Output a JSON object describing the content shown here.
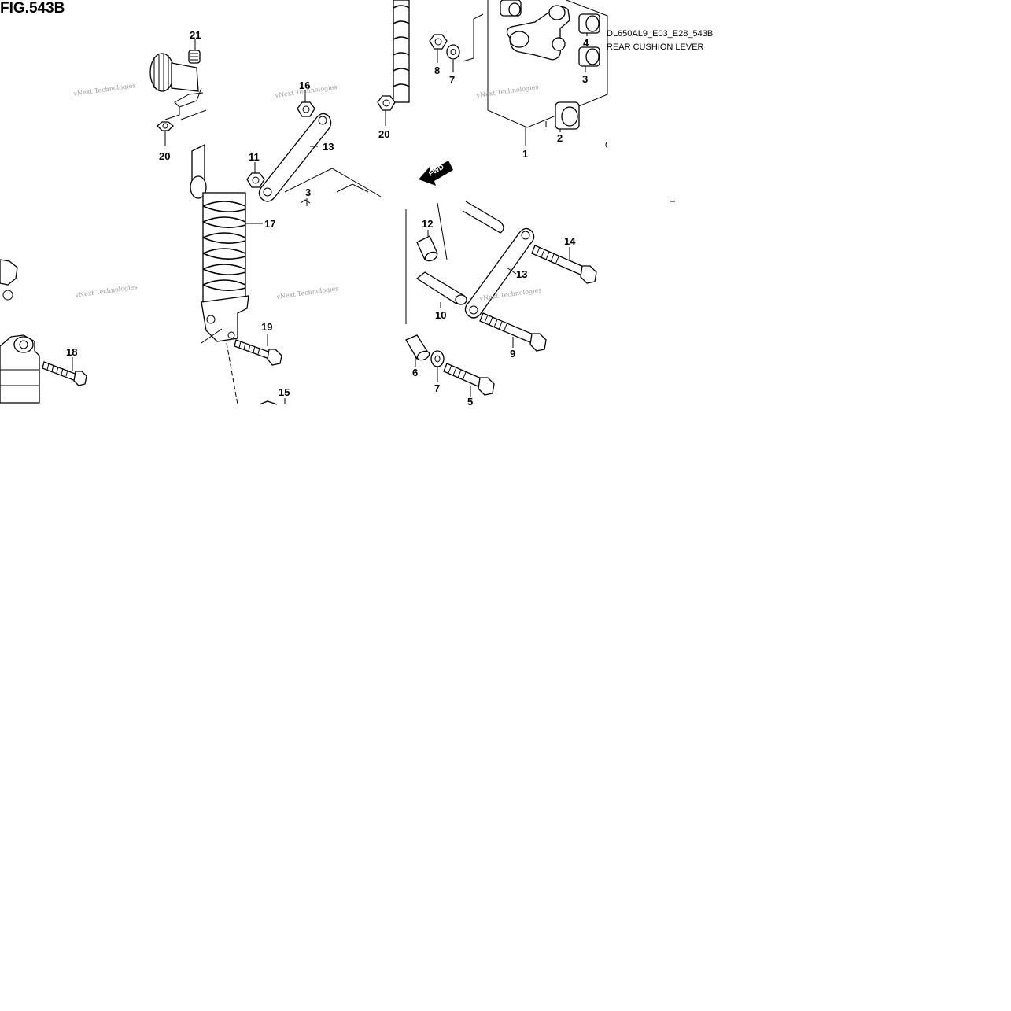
{
  "figure": {
    "title": "FIG.543B",
    "code": "DL650AL9_E03_E28_543B",
    "name": "REAR CUSHION LEVER"
  },
  "watermark": "vNext Technologies",
  "direction_label": "FWD",
  "callouts": [
    {
      "id": "c21",
      "label": "21"
    },
    {
      "id": "c20a",
      "label": "20"
    },
    {
      "id": "c16",
      "label": "16"
    },
    {
      "id": "c11",
      "label": "11"
    },
    {
      "id": "c13a",
      "label": "13"
    },
    {
      "id": "c3a",
      "label": "3"
    },
    {
      "id": "c17",
      "label": "17"
    },
    {
      "id": "c19",
      "label": "19"
    },
    {
      "id": "c15",
      "label": "15"
    },
    {
      "id": "c18",
      "label": "18"
    },
    {
      "id": "c8",
      "label": "8"
    },
    {
      "id": "c7a",
      "label": "7"
    },
    {
      "id": "c20b",
      "label": "20"
    },
    {
      "id": "c4",
      "label": "4"
    },
    {
      "id": "c3b",
      "label": "3"
    },
    {
      "id": "c2",
      "label": "2"
    },
    {
      "id": "c1",
      "label": "1"
    },
    {
      "id": "c12",
      "label": "12"
    },
    {
      "id": "c10",
      "label": "10"
    },
    {
      "id": "c13b",
      "label": "13"
    },
    {
      "id": "c14",
      "label": "14"
    },
    {
      "id": "c9",
      "label": "9"
    },
    {
      "id": "c6",
      "label": "6"
    },
    {
      "id": "c7b",
      "label": "7"
    },
    {
      "id": "c5",
      "label": "5"
    }
  ]
}
